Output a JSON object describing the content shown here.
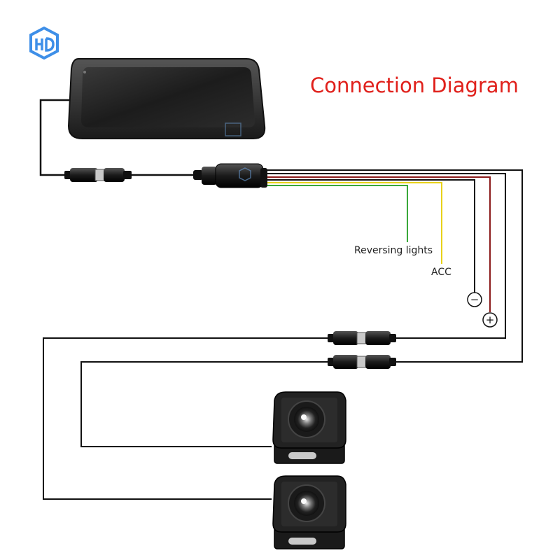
{
  "diagram": {
    "title": "Connection Diagram",
    "logo_text": "HD",
    "labels": {
      "reversing_lights": "Reversing lights",
      "acc": "ACC",
      "negative": "−",
      "positive": "+"
    },
    "components": {
      "monitor": "mirror-monitor",
      "camera_1": "rear-camera-1",
      "camera_2": "rear-camera-2"
    },
    "colors": {
      "title": "#e0201b",
      "wire_black": "#111111",
      "wire_green": "#3aa83a",
      "wire_yellow": "#e8d21a",
      "wire_red": "#8b1a1a",
      "logo_blue": "#3e8fe8"
    }
  }
}
